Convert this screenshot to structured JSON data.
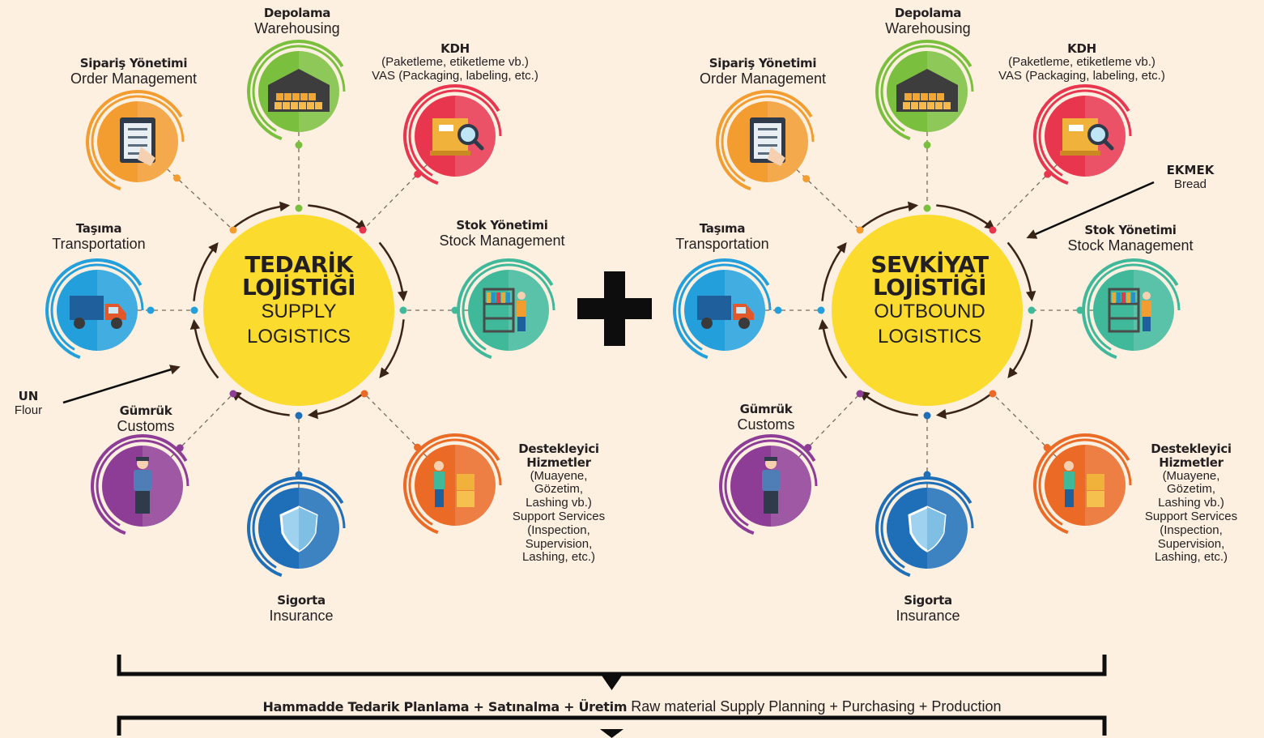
{
  "hubs": [
    {
      "title_line1": "TEDARİK",
      "title_line2": "LOJİSTİĞİ",
      "en_line1": "SUPPLY",
      "en_line2": "LOGISTICS"
    },
    {
      "title_line1": "SEVKİYAT",
      "title_line2": "LOJİSTİĞİ",
      "en_line1": "OUTBOUND",
      "en_line2": "LOGISTICS"
    }
  ],
  "services": {
    "warehousing": {
      "tr": "Depolama",
      "en": "Warehousing"
    },
    "vas": {
      "tr": "KDH",
      "en1": "(Paketleme, etiketleme vb.)",
      "en2": "VAS (Packaging, labeling, etc.)"
    },
    "order": {
      "tr": "Sipariş Yönetimi",
      "en": "Order Management"
    },
    "transport": {
      "tr": "Taşıma",
      "en": "Transportation"
    },
    "stock": {
      "tr": "Stok Yönetimi",
      "en": "Stock Management"
    },
    "customs": {
      "tr": "Gümrük",
      "en": "Customs"
    },
    "insurance": {
      "tr": "Sigorta",
      "en": "Insurance"
    },
    "support": {
      "tr1": "Destekleyici",
      "tr2": "Hizmetler",
      "l1": "(Muayene,",
      "l2": "Gözetim,",
      "l3": "Lashing vb.)",
      "l4": "Support Services",
      "l5": "(Inspection,",
      "l6": "Supervision,",
      "l7": "Lashing, etc.)"
    }
  },
  "inputs": {
    "input_tr": "UN",
    "input_en": "Flour",
    "output_tr": "EKMEK",
    "output_en": "Bread"
  },
  "operator": "+",
  "bottom": {
    "bold": "Hammadde Tedarik Planlama + Satınalma + Üretim",
    "rest": " Raw material Supply Planning + Purchasing + Production"
  },
  "colors": {
    "background": "#fdf0e1",
    "hub": "#fbdc2e",
    "warehousing": "#7bbf3e",
    "vas": "#e8364f",
    "order": "#f39c2f",
    "transport": "#23a0dc",
    "stock": "#3fb99a",
    "customs": "#8e3d96",
    "insurance": "#1e6fb8",
    "support": "#ea6a26",
    "ink": "#231f20"
  },
  "icons": {
    "warehousing": "warehouse-icon",
    "vas": "package-magnifier-icon",
    "order": "clipboard-checklist-icon",
    "transport": "truck-icon",
    "stock": "shelf-worker-icon",
    "customs": "customs-officer-icon",
    "insurance": "shield-icon",
    "support": "worker-boxes-icon"
  }
}
